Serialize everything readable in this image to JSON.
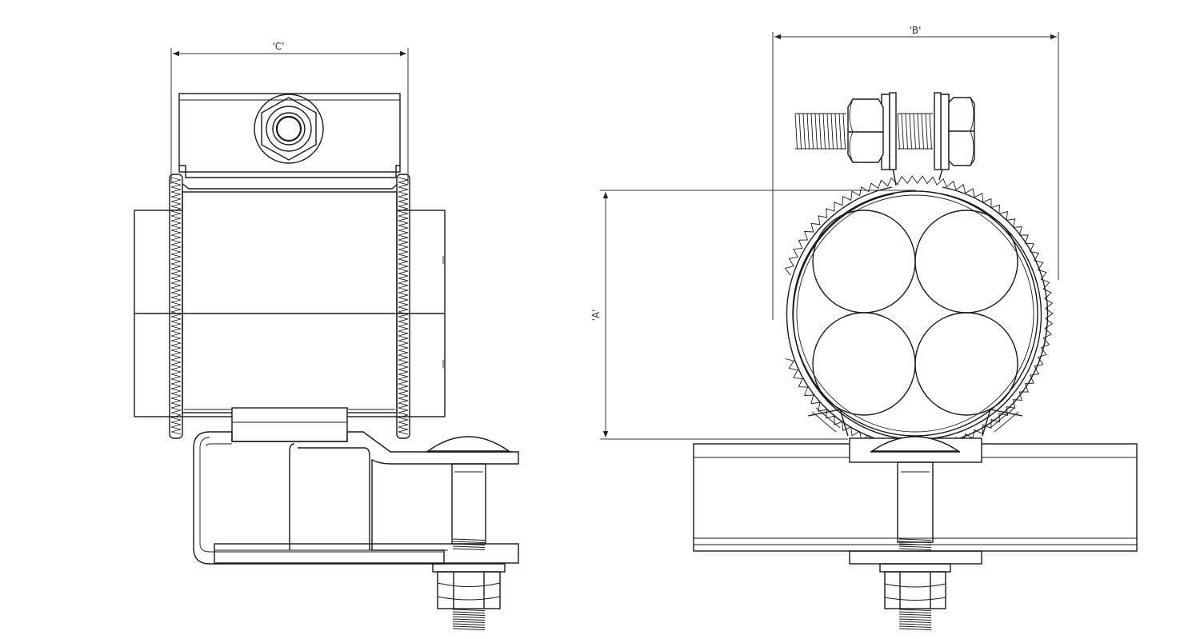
{
  "dimensions": {
    "c_label": "'C'",
    "b_label": "'B'",
    "a_label": "'A'"
  },
  "colors": {
    "line": "#1a1a1a",
    "background": "#ffffff"
  }
}
